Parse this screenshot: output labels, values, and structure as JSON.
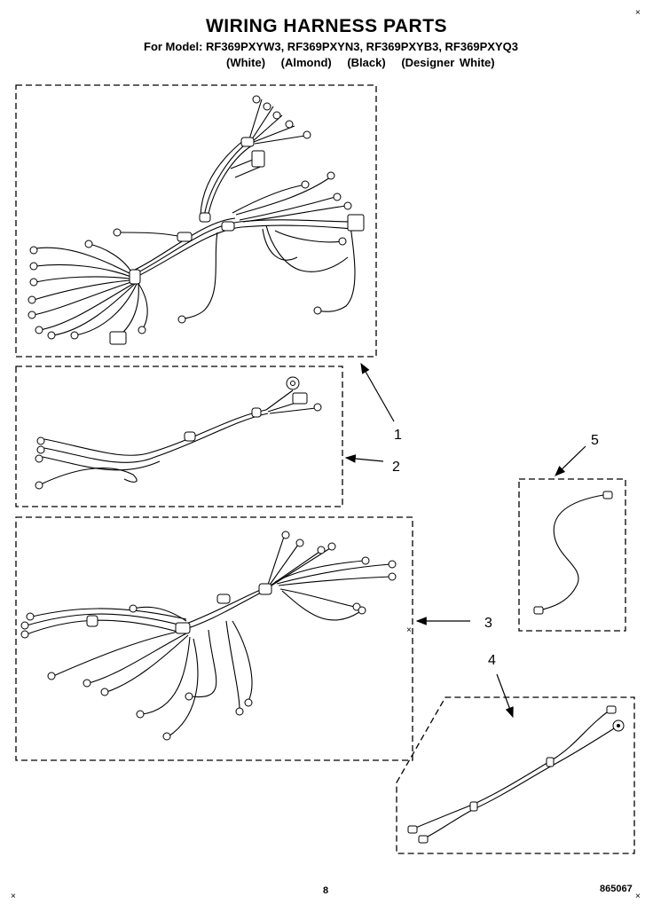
{
  "header": {
    "title": "WIRING HARNESS PARTS",
    "models_line": "For Model: RF369PXYW3, RF369PXYN3, RF369PXYB3, RF369PXYQ3",
    "variants": [
      "(White)",
      "(Almond)",
      "(Black)",
      "(Designer White)"
    ]
  },
  "callouts": [
    "1",
    "2",
    "3",
    "4",
    "5"
  ],
  "footer": {
    "page_number": "8",
    "doc_number": "865067"
  },
  "marks": [
    "×",
    "×",
    "×",
    "×"
  ]
}
